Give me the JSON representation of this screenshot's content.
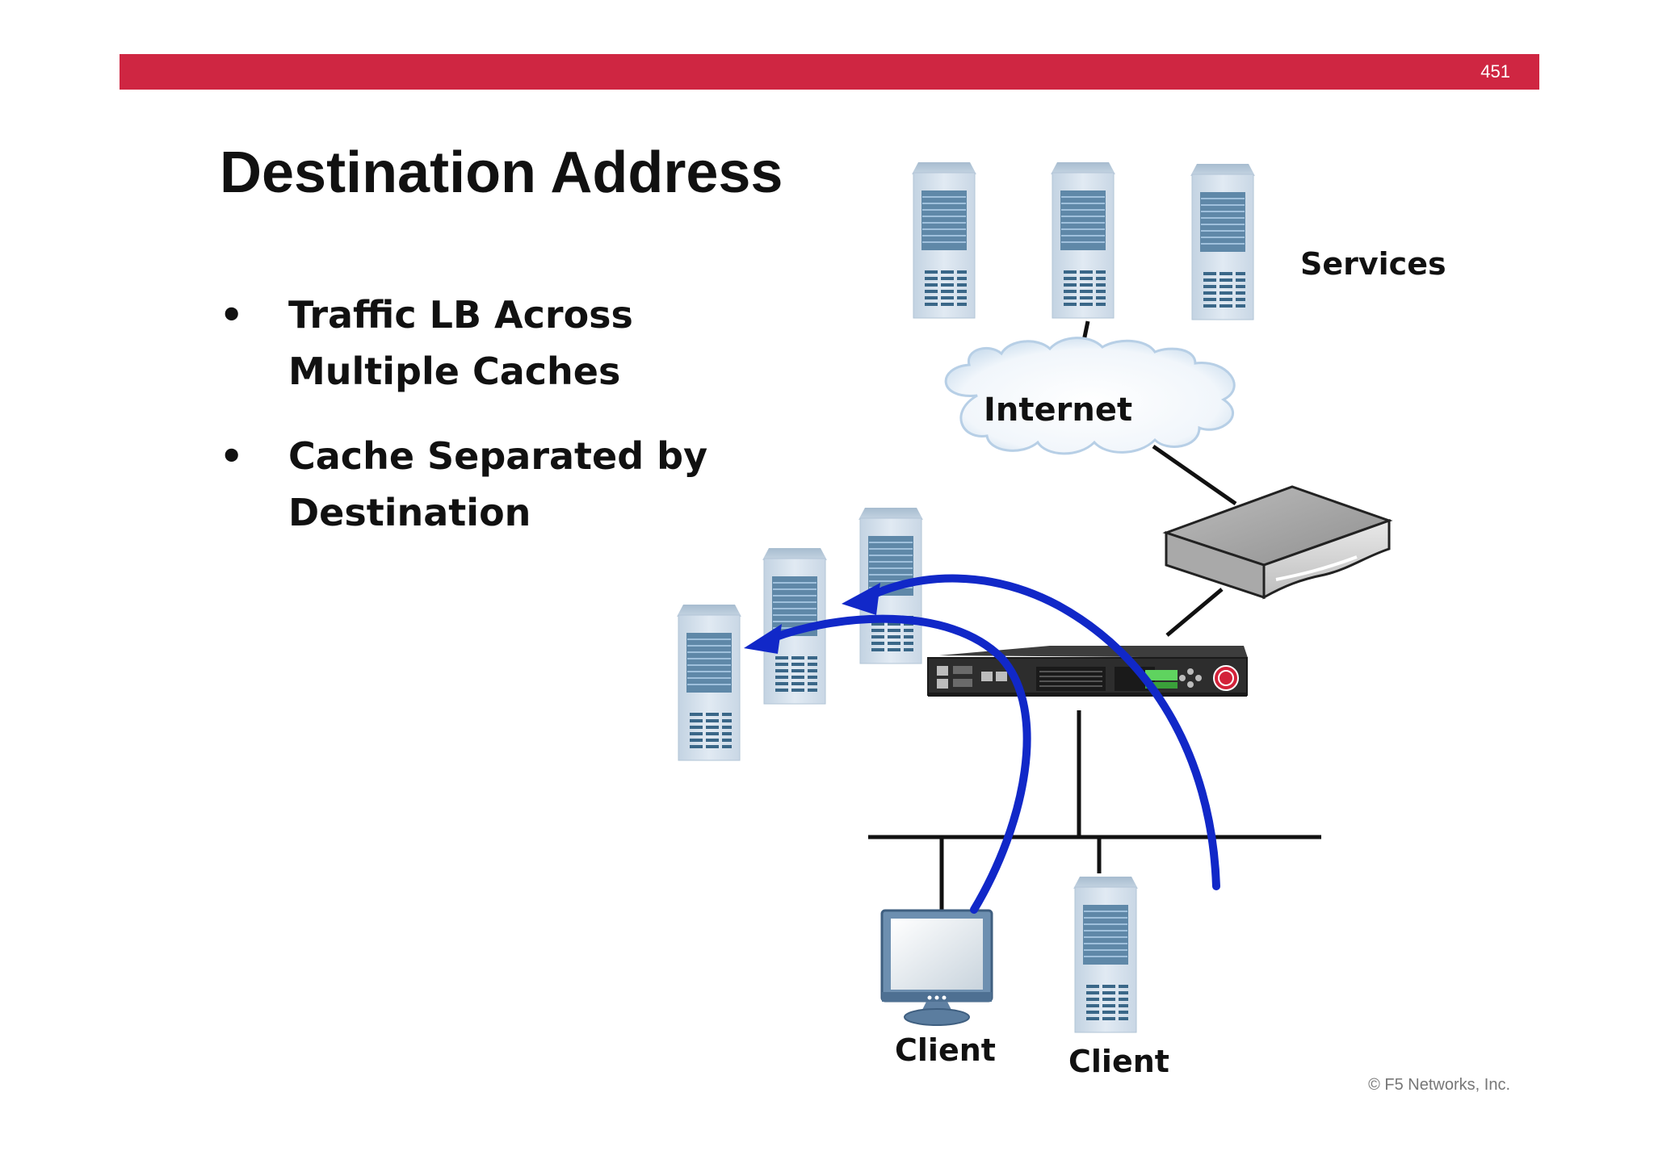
{
  "slide": {
    "page_number": "451",
    "title": "Destination Address",
    "copyright": "© F5 Networks, Inc.",
    "accent_color": "#cf2642"
  },
  "bullets": [
    {
      "marker": "•",
      "text": "Traffic LB Across Multiple Caches"
    },
    {
      "marker": "•",
      "text": "Cache Separated by Destination"
    }
  ],
  "diagram": {
    "services_label": "Services",
    "internet_label": "Internet",
    "client_label_1": "Client",
    "client_label_2": "Client",
    "flow_arrow_color": "#1128c8",
    "icons": {
      "service_servers": "server-tower-icon",
      "cache_servers": "server-tower-icon",
      "router": "router-icon",
      "load_balancer": "load-balancer-appliance-icon",
      "client_pc": "monitor-icon",
      "client_server": "server-tower-icon"
    }
  }
}
